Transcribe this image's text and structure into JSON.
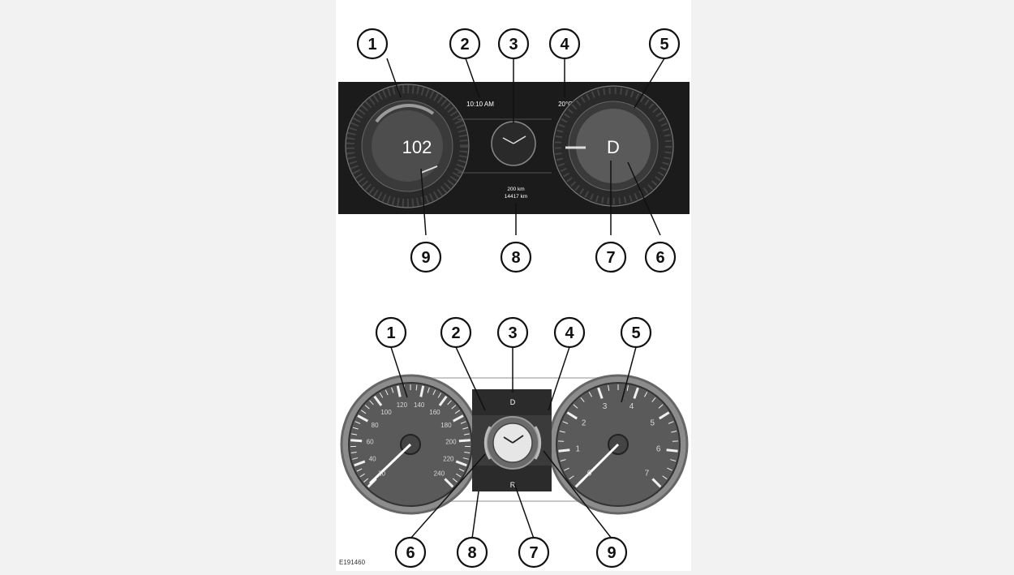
{
  "callouts_top": [
    "1",
    "2",
    "3",
    "4",
    "5",
    "9",
    "8",
    "7",
    "6"
  ],
  "callouts_bottom": [
    "1",
    "2",
    "3",
    "4",
    "5",
    "6",
    "8",
    "7",
    "9"
  ],
  "virtual_cluster": {
    "clock_text": "10:10 AM",
    "outside_temp": "20°C",
    "speed": "102",
    "gear": "D",
    "trip_line_1": "200 km",
    "trip_line_2": "14417 km"
  },
  "analog_cluster": {
    "speedometer_ticks": [
      "20",
      "40",
      "60",
      "80",
      "100",
      "120",
      "140",
      "160",
      "180",
      "200",
      "220",
      "240"
    ],
    "tachometer_ticks": [
      "0",
      "1",
      "2",
      "3",
      "4",
      "5",
      "6",
      "7"
    ],
    "gear_top": "D",
    "gear_bottom": "R"
  },
  "figure_id": "E191460",
  "colors": {
    "panel": "#1b1b1b",
    "callout_stroke": "#111111",
    "gauge_face": "#555555"
  }
}
